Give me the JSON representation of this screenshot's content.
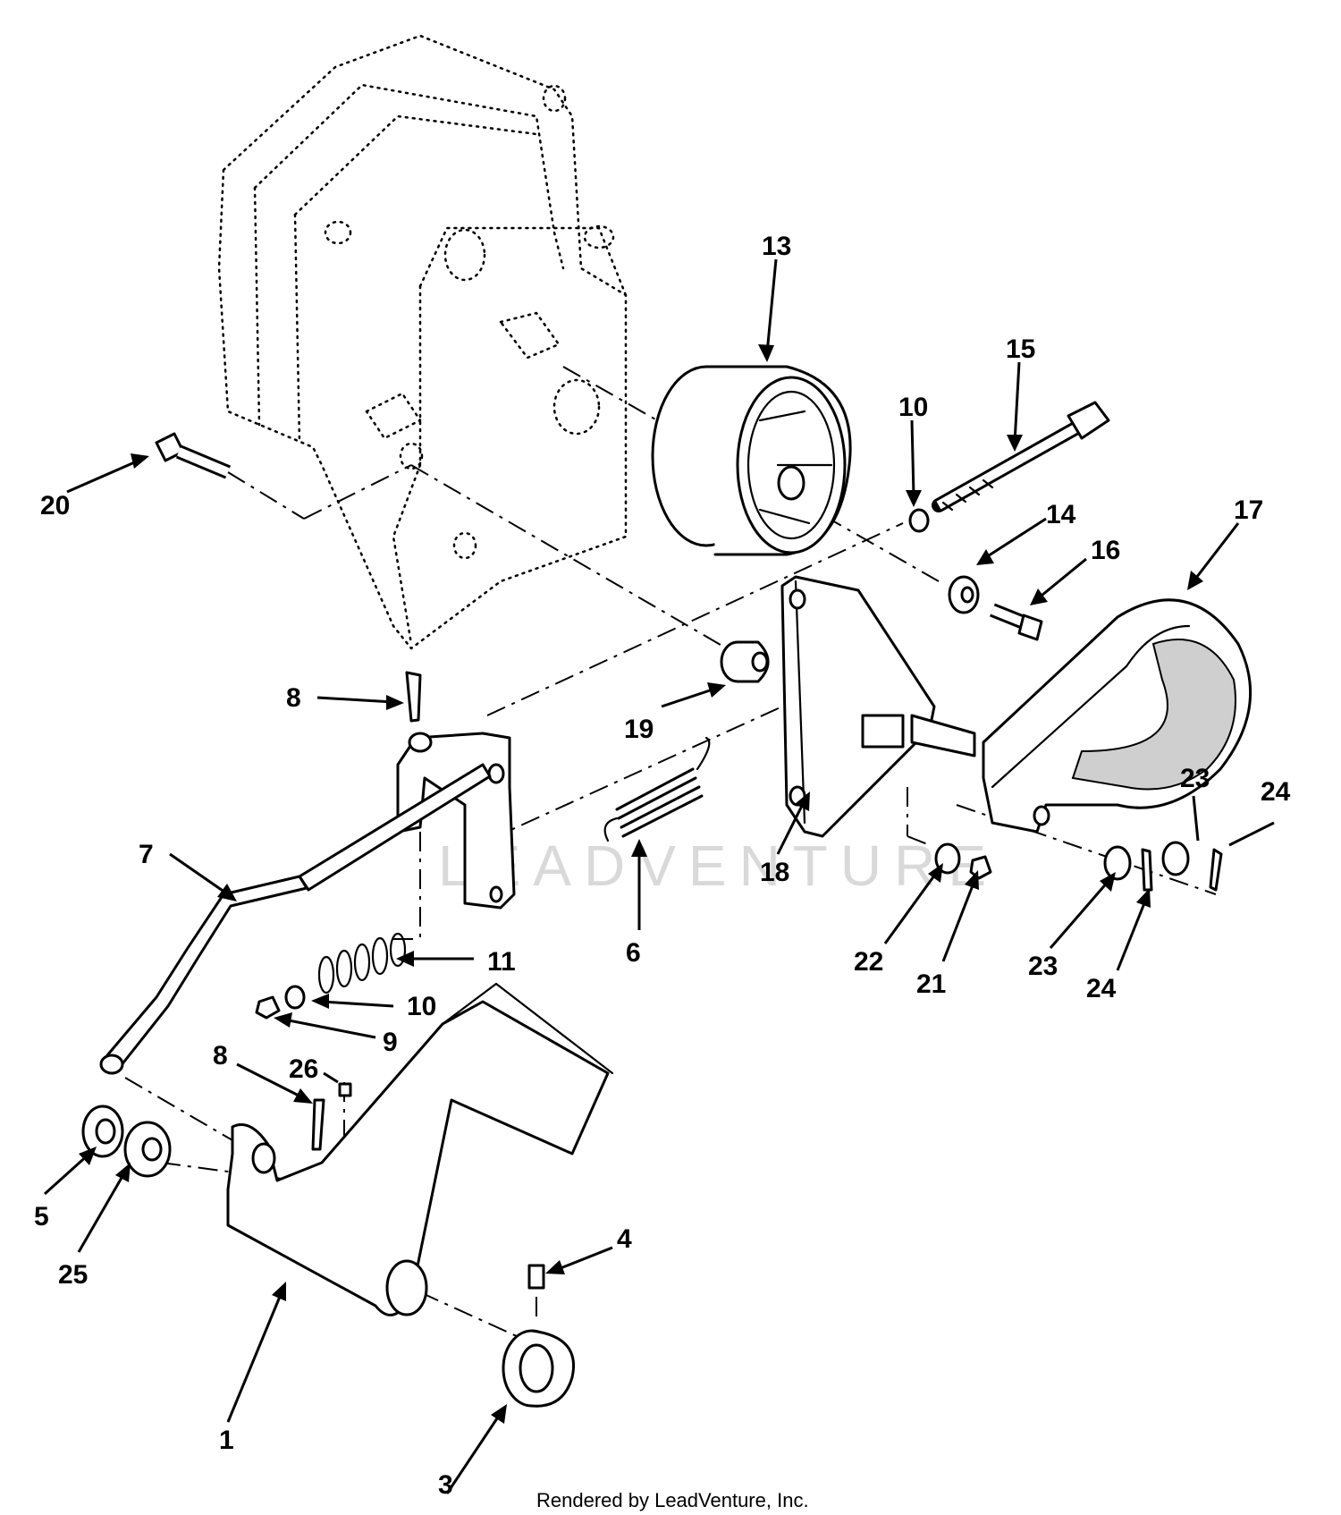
{
  "diagram": {
    "watermark_text": "LEADVENTURE",
    "credit": "Rendered by LeadVenture, Inc.",
    "callouts": [
      {
        "id": "c13",
        "label": "13"
      },
      {
        "id": "c15",
        "label": "15"
      },
      {
        "id": "c10a",
        "label": "10"
      },
      {
        "id": "c14",
        "label": "14"
      },
      {
        "id": "c16",
        "label": "16"
      },
      {
        "id": "c17",
        "label": "17"
      },
      {
        "id": "c20",
        "label": "20"
      },
      {
        "id": "c8a",
        "label": "8"
      },
      {
        "id": "c19",
        "label": "19"
      },
      {
        "id": "c23a",
        "label": "23"
      },
      {
        "id": "c24a",
        "label": "24"
      },
      {
        "id": "c7",
        "label": "7"
      },
      {
        "id": "c18",
        "label": "18"
      },
      {
        "id": "c6",
        "label": "6"
      },
      {
        "id": "c22",
        "label": "22"
      },
      {
        "id": "c21",
        "label": "21"
      },
      {
        "id": "c23b",
        "label": "23"
      },
      {
        "id": "c24b",
        "label": "24"
      },
      {
        "id": "c11",
        "label": "11"
      },
      {
        "id": "c10b",
        "label": "10"
      },
      {
        "id": "c9",
        "label": "9"
      },
      {
        "id": "c8b",
        "label": "8"
      },
      {
        "id": "c26",
        "label": "26"
      },
      {
        "id": "c5",
        "label": "5"
      },
      {
        "id": "c25",
        "label": "25"
      },
      {
        "id": "c4",
        "label": "4"
      },
      {
        "id": "c1",
        "label": "1"
      },
      {
        "id": "c3",
        "label": "3"
      }
    ]
  }
}
